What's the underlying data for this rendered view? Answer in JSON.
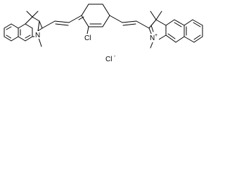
{
  "structure": {
    "colors": {
      "bond": "#000000",
      "background": "#ffffff"
    },
    "atoms": {
      "left_n": "N",
      "chloro": "Cl",
      "right_n": "N",
      "right_n_charge": "+",
      "counterion": "Cl",
      "counterion_charge": "-"
    }
  }
}
